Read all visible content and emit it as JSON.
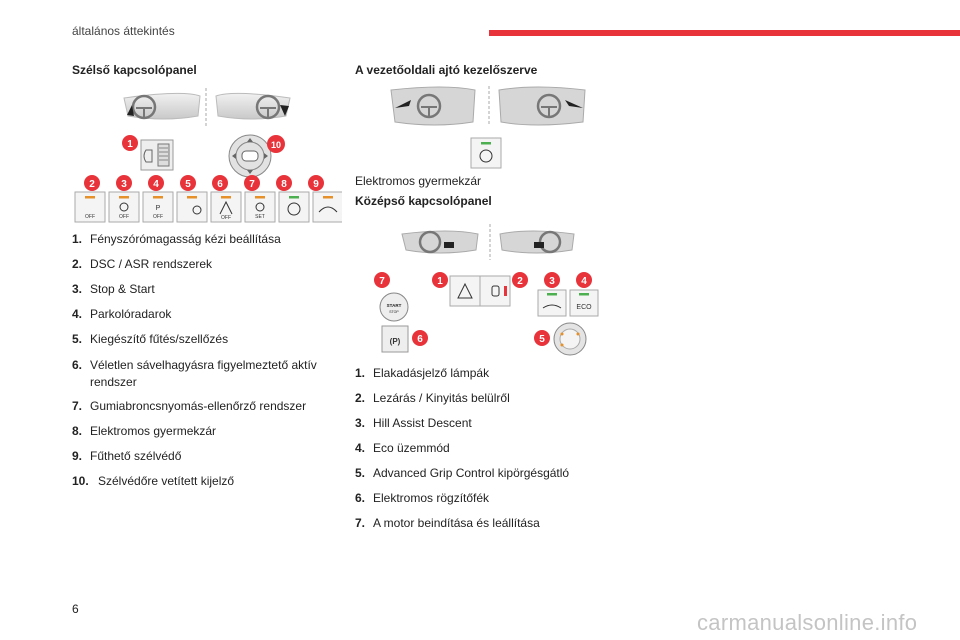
{
  "header": {
    "section": "általános áttekintés",
    "accent_color": "#e8333a"
  },
  "left": {
    "title": "Szélső kapcsolópanel",
    "markers": [
      "1",
      "2",
      "3",
      "4",
      "5",
      "6",
      "7",
      "8",
      "9",
      "10"
    ],
    "button_labels": [
      "OFF",
      "OFF",
      "OFF",
      "OFF",
      "SET"
    ],
    "items": [
      {
        "num": "1.",
        "text": "Fényszórómagasság kézi beállítása"
      },
      {
        "num": "2.",
        "text": "DSC / ASR rendszerek"
      },
      {
        "num": "3.",
        "text": "Stop & Start"
      },
      {
        "num": "4.",
        "text": "Parkolóradarok"
      },
      {
        "num": "5.",
        "text": "Kiegészítő fűtés/szellőzés"
      },
      {
        "num": "6.",
        "text": "Véletlen sávelhagyásra figyelmeztető aktív rendszer"
      },
      {
        "num": "7.",
        "text": "Gumiabroncsnyomás-ellenőrző rendszer"
      },
      {
        "num": "8.",
        "text": "Elektromos gyermekzár"
      },
      {
        "num": "9.",
        "text": "Fűthető szélvédő"
      },
      {
        "num": "10.",
        "text": "Szélvédőre vetített kijelző"
      }
    ]
  },
  "right": {
    "door_title": "A vezetőoldali ajtó kezelőszerve",
    "door_caption": "Elektromos gyermekzár",
    "center_title": "Középső kapcsolópanel",
    "markers": [
      "7",
      "1",
      "2",
      "3",
      "4",
      "5",
      "6"
    ],
    "start_label": "START",
    "stop_label": "STOP",
    "eco_label": "ECO",
    "park_label": "(P)",
    "items": [
      {
        "num": "1.",
        "text": "Elakadásjelző lámpák"
      },
      {
        "num": "2.",
        "text": "Lezárás / Kinyitás belülről"
      },
      {
        "num": "3.",
        "text": "Hill Assist Descent"
      },
      {
        "num": "4.",
        "text": "Eco üzemmód"
      },
      {
        "num": "5.",
        "text": "Advanced Grip Control kipörgésgátló"
      },
      {
        "num": "6.",
        "text": "Elektromos rögzítőfék"
      },
      {
        "num": "7.",
        "text": "A motor beindítása és leállítása"
      }
    ]
  },
  "footer": {
    "page_number": "6",
    "watermark": "carmanualsonline.info"
  }
}
